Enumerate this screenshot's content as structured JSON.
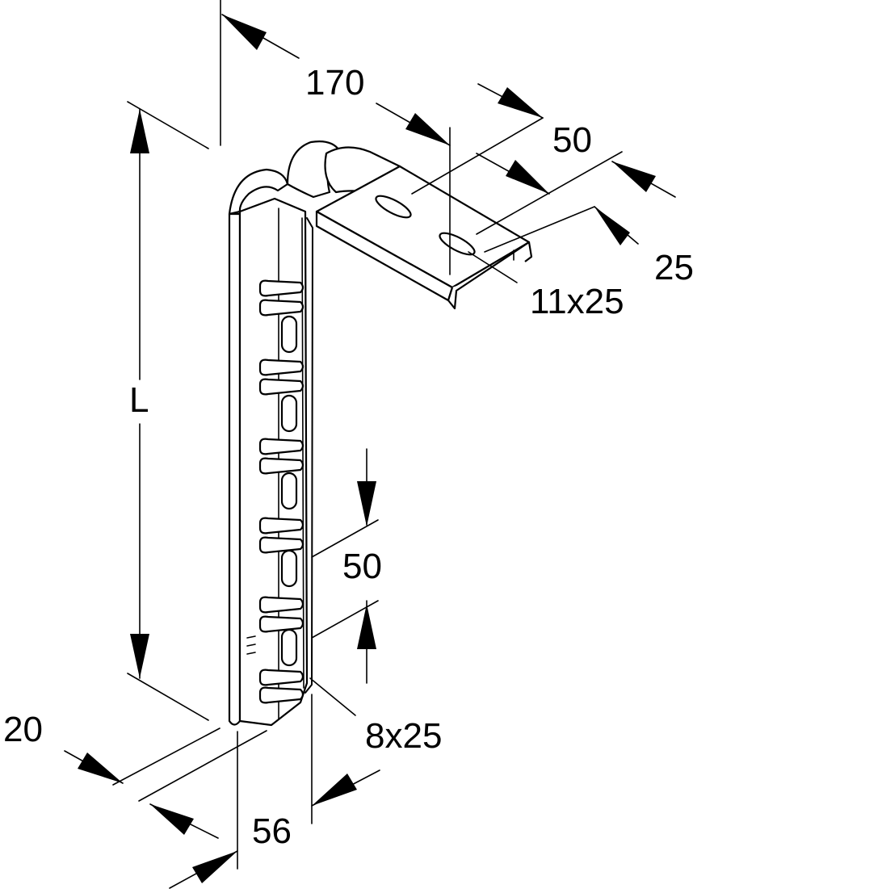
{
  "dimensions": {
    "total_width": "170",
    "top_slot_pitch": "50",
    "top_edge_to_slot": "25",
    "top_slot_size": "11x25",
    "length": "L",
    "side_slot_pitch": "50",
    "side_slot_size": "8x25",
    "flange": "20",
    "profile_width": "56"
  }
}
